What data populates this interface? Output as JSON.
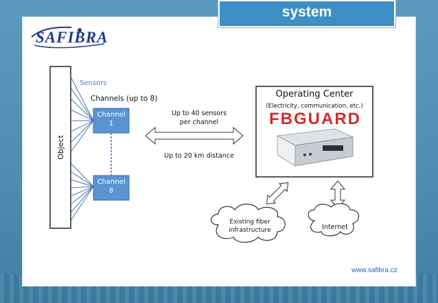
{
  "slide": {
    "title": "system",
    "logo_text": "SAFIBRA",
    "website": "www.safibra.cz"
  },
  "diagram": {
    "object_label": "Object",
    "sensors_label": "Sensors",
    "channels_label": "Channels (up to 8)",
    "channel_1": [
      "Channel",
      "1"
    ],
    "channel_8": [
      "Channel",
      "8"
    ],
    "link_text_1": [
      "Up to 40 sensors",
      "per channel"
    ],
    "link_text_2": "Up to 20 km distance",
    "operating_center": {
      "title": "Operating Center",
      "subtitle": "(Electricity, communication, etc.)",
      "brand": "FBGUARD"
    },
    "cloud_fiber": [
      "Existing fiber",
      "infrastructure"
    ],
    "cloud_internet": "Internet"
  },
  "colors": {
    "channel_fill": "#5b93d3",
    "sensors_text": "#4f7fbf",
    "brand_red": "#d32b2b",
    "logo_blue": "#1f3c88"
  }
}
